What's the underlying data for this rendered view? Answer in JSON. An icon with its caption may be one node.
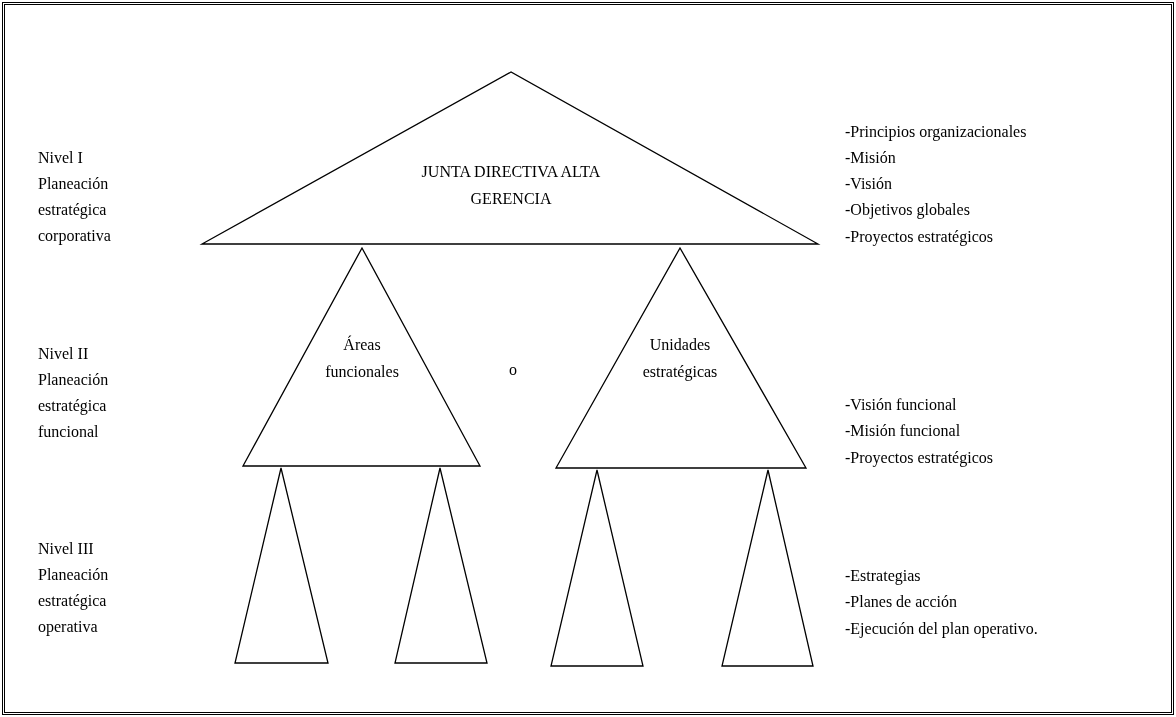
{
  "diagram": {
    "nodes": [
      {
        "text": [
          "JUNTA DIRECTIVA ALTA GERENCIA"
        ]
      },
      {
        "text": [
          "Áreas funcionales"
        ]
      },
      {
        "text": [
          "Unidades estratégicas"
        ]
      },
      {
        "text": [],
        "shape": "triangle"
      },
      {
        "text": [],
        "shape": "triangle"
      },
      {
        "text": [],
        "shape": "triangle"
      },
      {
        "text": [],
        "shape": "triangle"
      }
    ],
    "edges": [],
    "labels": [
      "Nivel I",
      "Planeación estratégica corporativa",
      "-Principios organizacionales",
      "-Misión",
      "-Visión",
      "-Objetivos globales",
      "-Proyectos estratégicos",
      "Nivel II",
      "Planeación estratégica funcional",
      "o",
      "-Visión funcional",
      "-Misión funcional",
      "-Proyectos estratégicos",
      "Nivel III",
      "Planeación estratégica operativa",
      "-Estrategias",
      "-Planes de acción",
      "-Ejecución del plan operativo."
    ]
  }
}
